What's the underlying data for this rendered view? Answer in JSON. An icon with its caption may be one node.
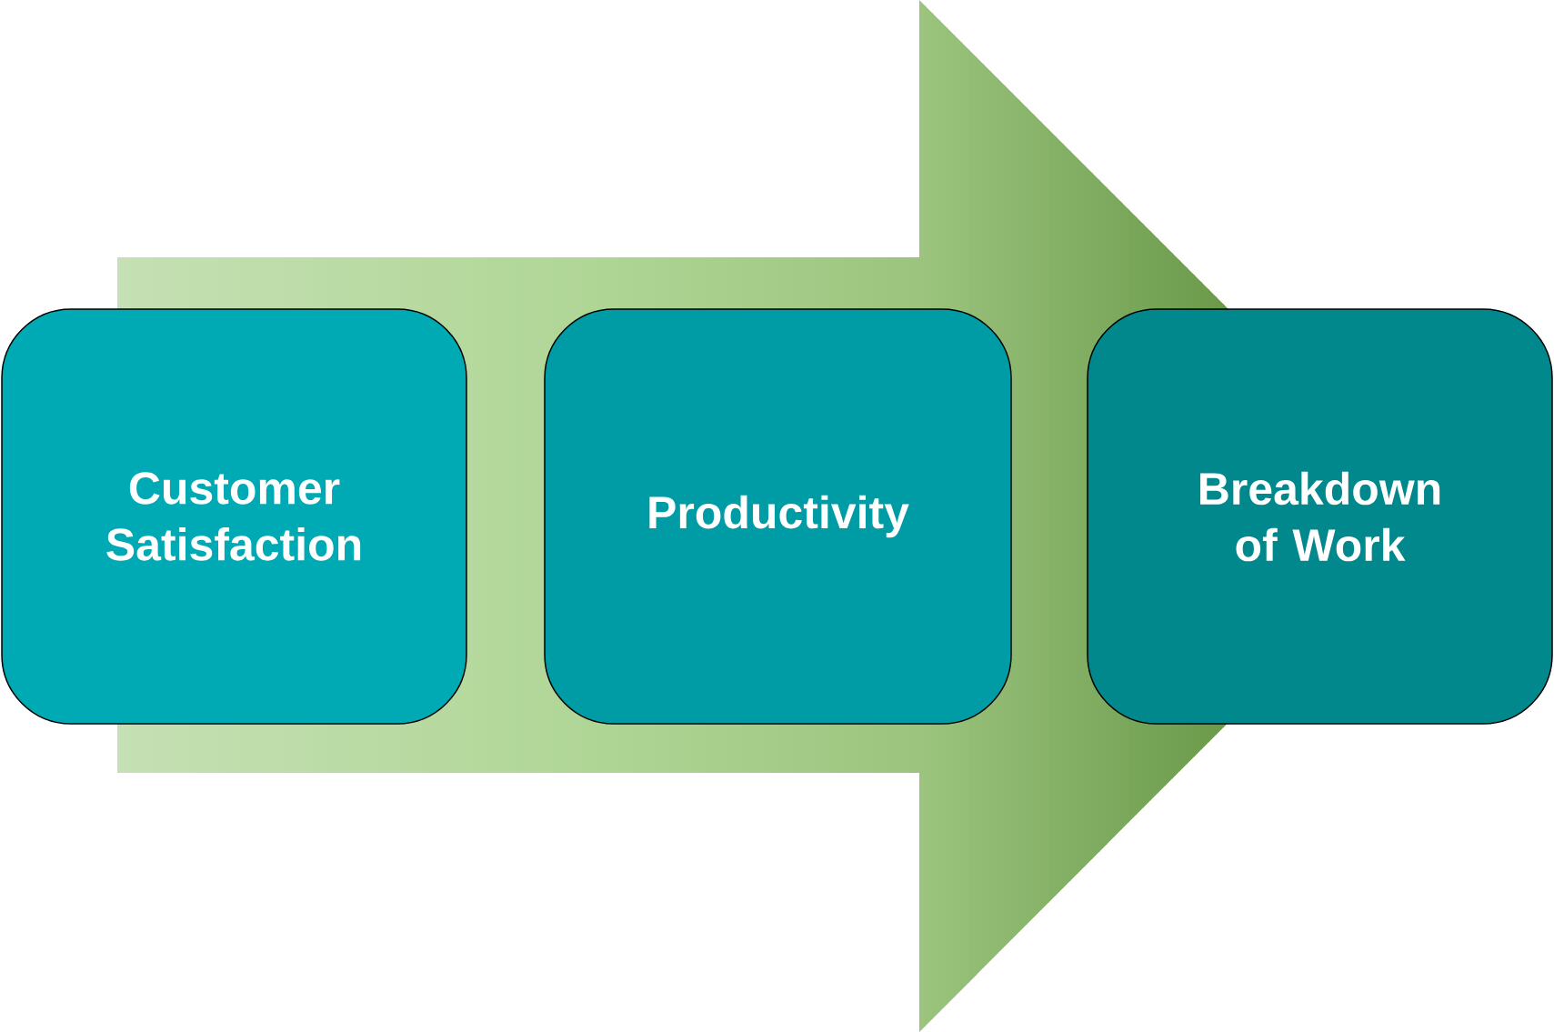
{
  "diagram": {
    "nodes": [
      {
        "text": [
          "Customer Satisfaction"
        ]
      },
      {
        "text": [
          "Productivity"
        ]
      },
      {
        "text": [
          "Breakdown of Work"
        ]
      }
    ]
  }
}
